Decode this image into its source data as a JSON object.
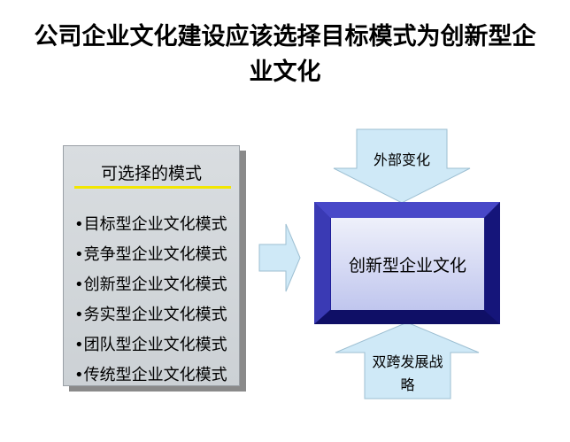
{
  "title": {
    "line1": "公司企业文化建设应该选择目标模式为创新型企",
    "line2": "业文化"
  },
  "options_panel": {
    "heading": "可选择的模式",
    "items": [
      "•目标型企业文化模式",
      "•竞争型企业文化模式",
      "•创新型企业文化模式",
      "•务实型企业文化模式",
      "•团队型企业文化模式",
      "•传统型企业文化模式"
    ]
  },
  "center_box": {
    "label": "创新型企业文化"
  },
  "top_arrow": {
    "label": "外部变化"
  },
  "bottom_arrow": {
    "label_line1": "双跨发展战",
    "label_line2": "略"
  },
  "colors": {
    "arrow_fill": "#cfe9f7",
    "box_frame": "#1f1f9a",
    "underline": "#f2e600"
  }
}
